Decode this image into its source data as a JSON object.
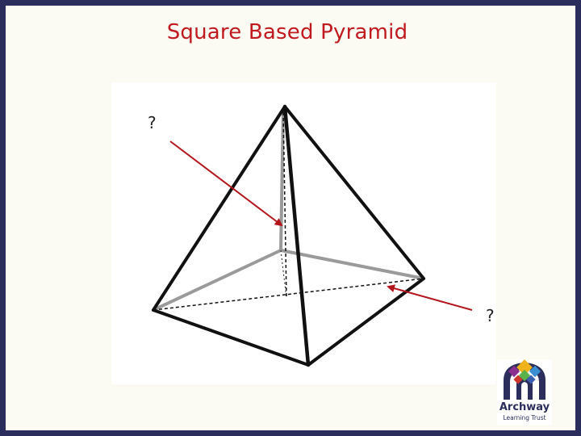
{
  "title": "Square Based Pyramid",
  "labels": {
    "apex_height_question": "?",
    "base_edge_question": "?"
  },
  "logo": {
    "name": "Archway",
    "subtitle": "Learning Trust"
  },
  "colors": {
    "frame": "#2b2e5c",
    "background": "#fbfaf3",
    "title": "#c0191e",
    "arrow": "#b3151c",
    "edge": "#111111",
    "hidden_edge": "#9a9a9a"
  }
}
